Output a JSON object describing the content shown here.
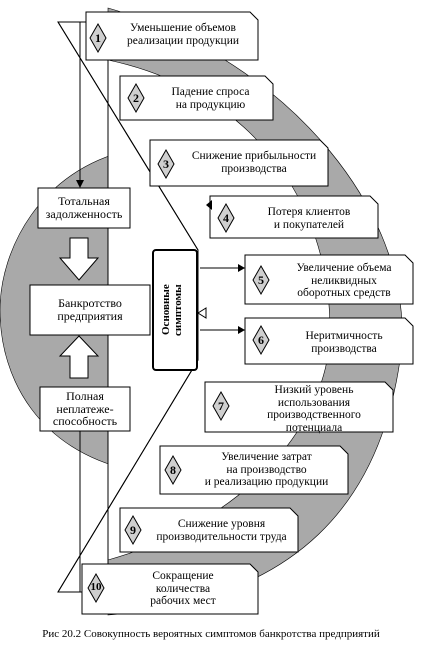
{
  "symptoms": [
    {
      "n": "1",
      "text": "Уменьшение объемов\nреализации продукции"
    },
    {
      "n": "2",
      "text": "Падение спроса\nна продукцию"
    },
    {
      "n": "3",
      "text": "Снижение прибыльности\nпроизводства"
    },
    {
      "n": "4",
      "text": "Потеря клиентов\nи покупателей"
    },
    {
      "n": "5",
      "text": "Увеличение объема\nнеликвидных\nоборотных средств"
    },
    {
      "n": "6",
      "text": "Неритмичность\nпроизводства"
    },
    {
      "n": "7",
      "text": "Низкий уровень\nиспользования\nпроизводственного\nпотенциала"
    },
    {
      "n": "8",
      "text": "Увеличение затрат\nна производство\nи реализацию продукции"
    },
    {
      "n": "9",
      "text": "Снижение уровня\nпроизводительности труда"
    },
    {
      "n": "10",
      "text": "Сокращение\nколичества\nрабочих мест"
    }
  ],
  "left": {
    "total_debt": "Тотальная\nзадолженность",
    "bankruptcy": "Банкротство\nпредприятия",
    "insolvency": "Полная\nнеплатеже-\nспособность"
  },
  "center_label": "Основные\nсимптомы",
  "caption": "Рис 20.2 Совокупность вероятных симптомов банкротства предприятий"
}
